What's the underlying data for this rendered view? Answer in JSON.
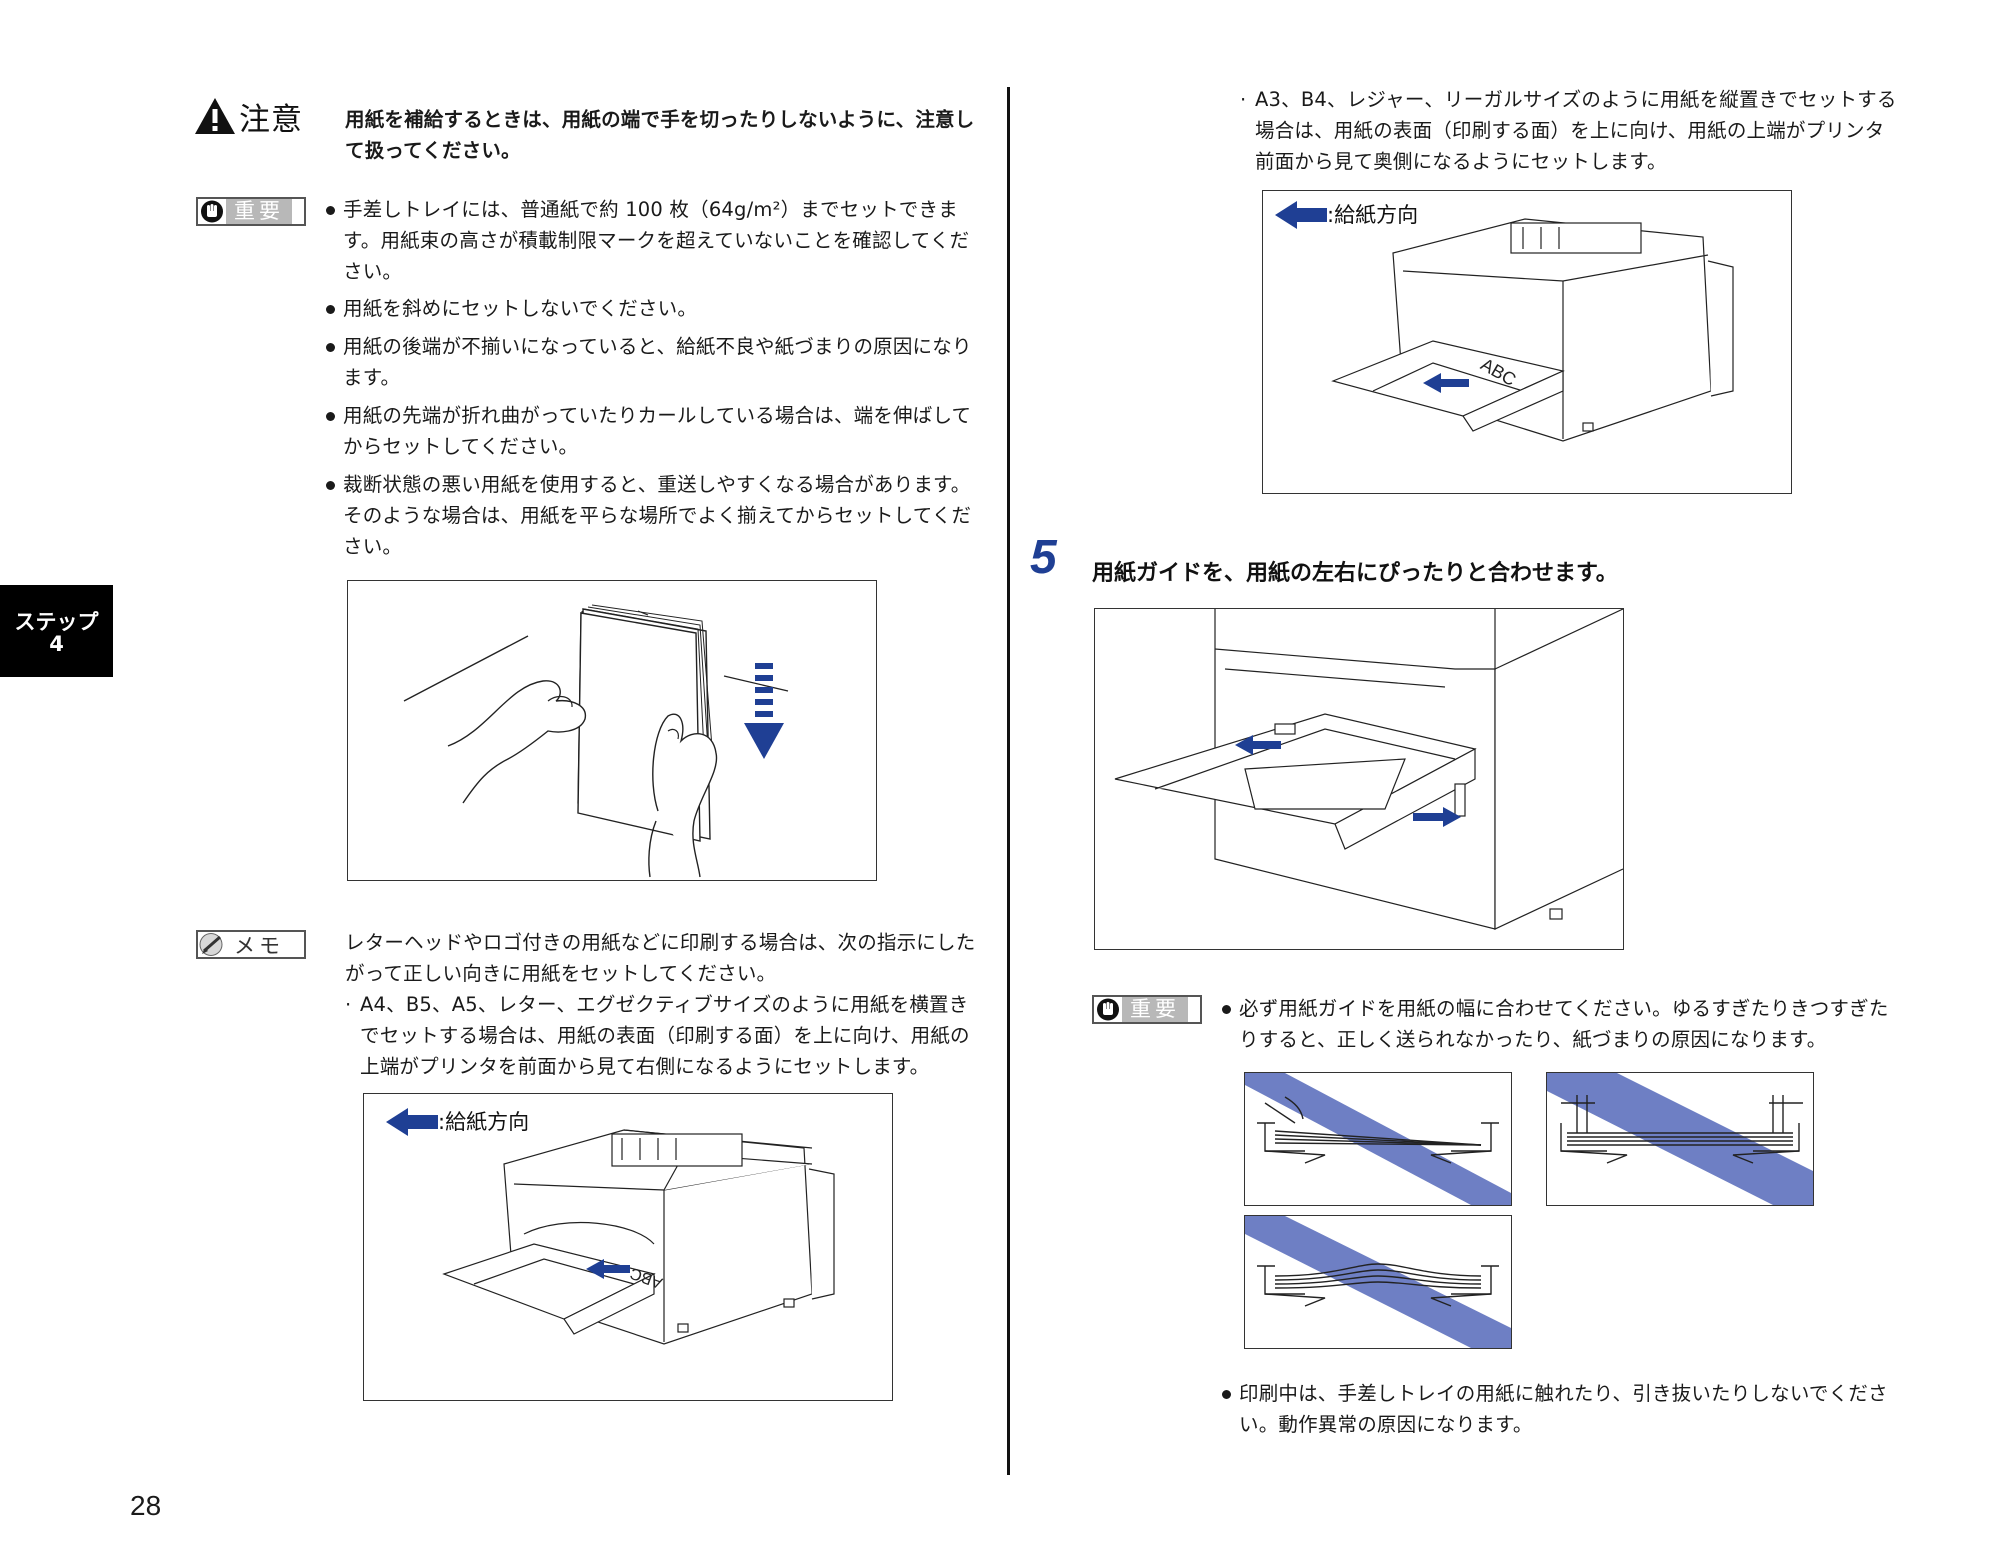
{
  "side_tab": {
    "line1": "ステップ",
    "line2": "4"
  },
  "page_number": "28",
  "left": {
    "caution": {
      "label": "注意",
      "text": "用紙を補給するときは、用紙の端で手を切ったりしないように、注意して扱ってください。"
    },
    "important": {
      "label": "重要",
      "bullets": [
        "手差しトレイには、普通紙で約 100 枚（64g/m²）までセットできます。用紙束の高さが積載制限マークを超えていないことを確認してください。",
        "用紙を斜めにセットしないでください。",
        "用紙の後端が不揃いになっていると、給紙不良や紙づまりの原因になります。",
        "用紙の先端が折れ曲がっていたりカールしている場合は、端を伸ばしてからセットしてください。",
        "裁断状態の悪い用紙を使用すると、重送しやすくなる場合があります。そのような場合は、用紙を平らな場所でよく揃えてからセットしてください。"
      ]
    },
    "memo": {
      "label": "メモ",
      "text": "レターヘッドやロゴ付きの用紙などに印刷する場合は、次の指示にしたがって正しい向きに用紙をセットしてください。",
      "item": "A4、B5、A5、レター、エグゼクティブサイズのように用紙を横置きでセットする場合は、用紙の表面（印刷する面）を上に向け、用紙の上端がプリンタを前面から見て右側になるようにセットします。"
    },
    "figure_caption": ":給紙方向",
    "paper_mark": "ABC"
  },
  "right": {
    "item": "A3、B4、レジャー、リーガルサイズのように用紙を縦置きでセットする場合は、用紙の表面（印刷する面）を上に向け、用紙の上端がプリンタ前面から見て奥側になるようにセットします。",
    "figure_caption": ":給紙方向",
    "paper_mark": "ABC",
    "step": {
      "number": "5",
      "title": "用紙ガイドを、用紙の左右にぴったりと合わせます。"
    },
    "important": {
      "label": "重要",
      "bullet1": "必ず用紙ガイドを用紙の幅に合わせてください。ゆるすぎたりきつすぎたりすると、正しく送られなかったり、紙づまりの原因になります。",
      "bullet2": "印刷中は、手差しトレイの用紙に触れたり、引き抜いたりしないでください。動作異常の原因になります。"
    }
  },
  "colors": {
    "accent_blue": "#1f3f94",
    "stripe_blue": "#6e7fc4",
    "tab_black": "#000000"
  }
}
